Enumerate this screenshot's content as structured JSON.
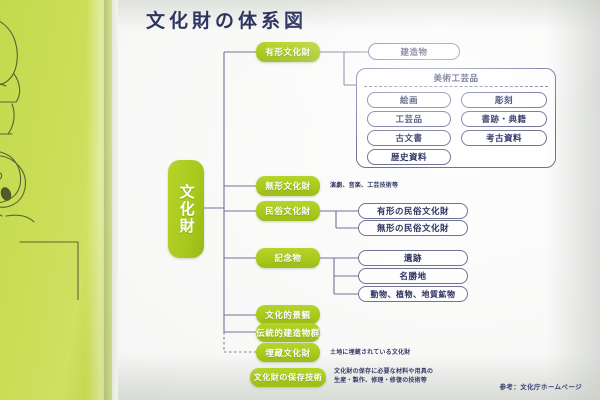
{
  "page": {
    "title": "文化財の体系図",
    "credit": "参考：文化庁ホームページ"
  },
  "diagram": {
    "root": "文化財",
    "branches": [
      {
        "label": "有形文化財"
      },
      {
        "label": "無形文化財",
        "note": "演劇、音楽、工芸技術等"
      },
      {
        "label": "民俗文化財"
      },
      {
        "label": "記念物"
      },
      {
        "label": "文化的景観"
      },
      {
        "label": "伝統的建造物群"
      },
      {
        "label": "埋蔵文化財",
        "note": "土地に埋蔵されている文化財"
      },
      {
        "label": "文化財の保存技術",
        "note_line1": "文化財の保存に必要な材料や用具の",
        "note_line2": "生産・製作、修理・修復の技術等"
      }
    ],
    "tangible_children": [
      {
        "label": "建造物"
      }
    ],
    "fine_arts": {
      "title": "美術工芸品",
      "items_left": [
        "絵画",
        "工芸品",
        "古文書",
        "歴史資料"
      ],
      "items_right": [
        "彫刻",
        "書跡・典籍",
        "考古資料"
      ]
    },
    "folk_children": [
      "有形の民俗文化財",
      "無形の民俗文化財"
    ],
    "monument_children": [
      "遺跡",
      "名勝地",
      "動物、植物、地質鉱物"
    ]
  },
  "colors": {
    "accent_green": "#a9c91d",
    "outline_navy": "#6f7396",
    "text_navy": "#2c3160",
    "left_page": "#c9dd55"
  },
  "illustration": {
    "name": "haniwa-line-drawing"
  }
}
